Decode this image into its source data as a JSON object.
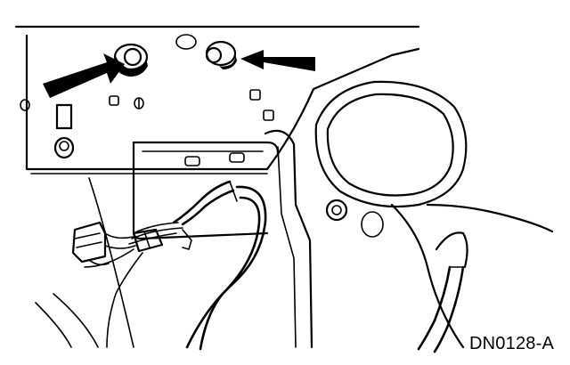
{
  "figure": {
    "caption": "DN0128-A",
    "description_items": [
      "top-rule",
      "door-inner-panel",
      "speaker-opening",
      "wiring-harness",
      "electrical-connector",
      "pointer-arrow-left",
      "pointer-arrow-right",
      "mounting-grommet-left",
      "mounting-grommet-right"
    ]
  }
}
